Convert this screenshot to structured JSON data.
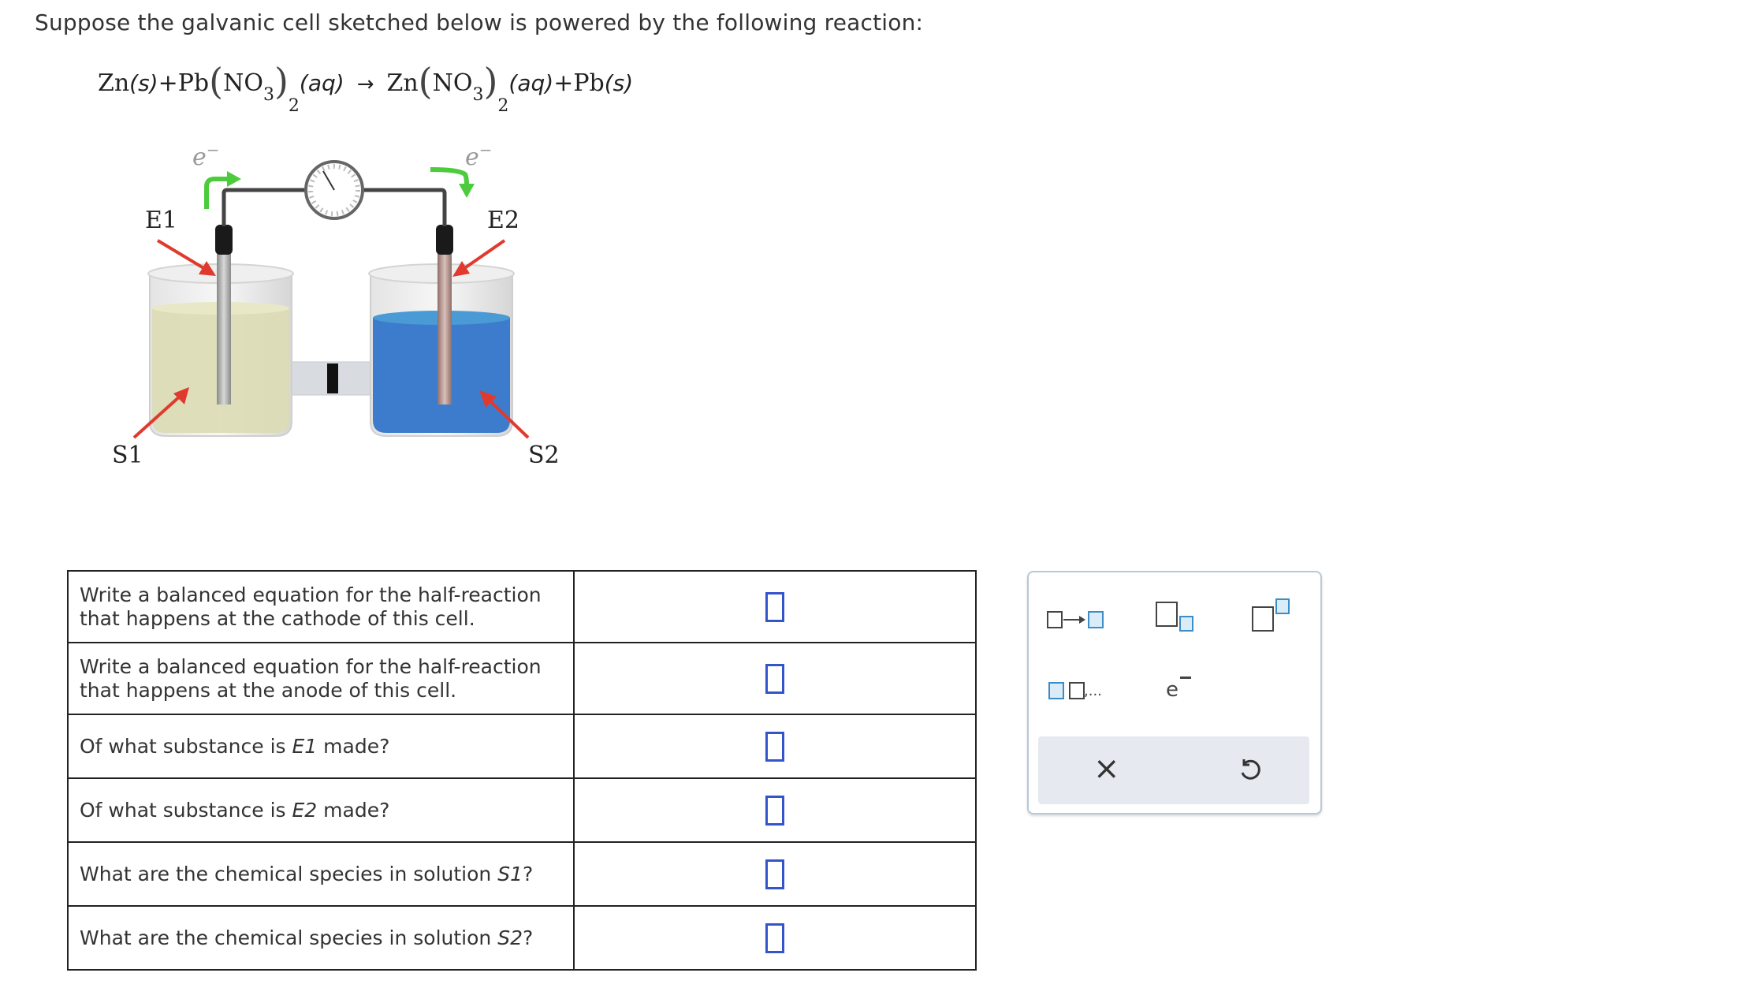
{
  "prompt": "Suppose the galvanic cell sketched below is powered by the following reaction:",
  "reaction": {
    "zn": "Zn",
    "s_state": "(s)",
    "plus1": "+",
    "pb": "Pb",
    "no": "NO",
    "sub3": "3",
    "sub2": "2",
    "aq_state": "(aq)",
    "arrow": "→",
    "zn2": "Zn",
    "plus2": "+",
    "pb2": "Pb"
  },
  "diagram": {
    "e1": "E1",
    "e2": "E2",
    "s1": "S1",
    "s2": "S2",
    "electron": "e",
    "electron_sup": "−",
    "colors": {
      "solution_left": "#dcdcb4",
      "solution_right": "#3d7ccc",
      "arrow_red": "#e03a2e",
      "arrow_green": "#4ccc3c",
      "wire": "#444444"
    }
  },
  "questions": [
    {
      "text": "Write a balanced equation for the half-reaction that happens at the cathode of this cell."
    },
    {
      "text": "Write a balanced equation for the half-reaction that happens at the anode of this cell."
    },
    {
      "pre": "Of what substance is ",
      "var": "E1",
      "post": " made?"
    },
    {
      "pre": "Of what substance is ",
      "var": "E2",
      "post": " made?"
    },
    {
      "pre": "What are the chemical species in solution ",
      "var": "S1",
      "post": "?"
    },
    {
      "pre": "What are the chemical species in solution ",
      "var": "S2",
      "post": "?"
    }
  ],
  "palette": {
    "tools": [
      {
        "icon": "reaction-arrow-icon"
      },
      {
        "icon": "subscript-icon"
      },
      {
        "icon": "superscript-icon"
      },
      {
        "icon": "list-icon",
        "label": ",..."
      },
      {
        "icon": "electron-icon",
        "label": "e"
      },
      {
        "icon": "clear-icon",
        "label": "×"
      },
      {
        "icon": "undo-icon"
      }
    ],
    "accent": "#3d8cc4"
  }
}
